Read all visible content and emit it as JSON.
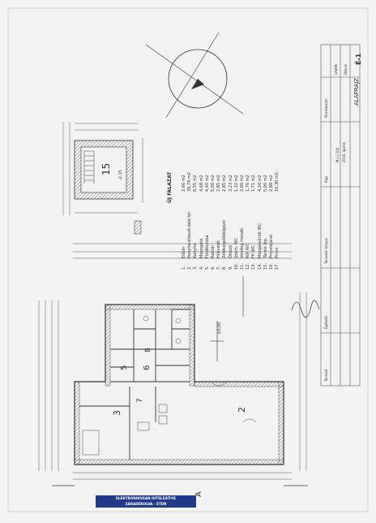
{
  "drawing": {
    "title": "ALAPRAJZ",
    "sheet_no": "É-1",
    "section_label": "A",
    "legend_title": "ÚJ FALAZAT",
    "stamp_line1": "ELEKTRONIKUSAN HITELESÍTVE",
    "stamp_line2": "ZÁRADÉKOLVA - ÉTDR",
    "scale": "M=1:100",
    "date": "2016. április",
    "title_block_labels": [
      "Tervező",
      "Építtető",
      "Tervezés tárgya",
      "Rajz",
      "Munkaszám",
      "Dátum",
      "Lépték"
    ]
  },
  "rooms": [
    {
      "no": "1.",
      "name": "Előtér",
      "area": "2,66 m2"
    },
    {
      "no": "2.",
      "name": "Konyha-étkező-lakó tér",
      "area": "39,79 m2"
    },
    {
      "no": "3.",
      "name": "Konyha",
      "area": "6,55 m2"
    },
    {
      "no": "4.",
      "name": "Mosogató",
      "area": "4,68 m2"
    },
    {
      "no": "5.",
      "name": "Fürdőszoba",
      "area": "4,40 m2"
    },
    {
      "no": "6.",
      "name": "Raktár",
      "area": "5,00 m2"
    },
    {
      "no": "7.",
      "name": "Hűsvédő",
      "area": "2,85 m2"
    },
    {
      "no": "8.",
      "name": "Zöldségelődolgozó",
      "area": "2,85 m2"
    },
    {
      "no": "9.",
      "name": "Öltöző",
      "area": "3,23 m2"
    },
    {
      "no": "10.",
      "name": "Szem. WC",
      "area": "1,32 m2"
    },
    {
      "no": "11.",
      "name": "Vendég mosdó",
      "area": "2,66 m2"
    },
    {
      "no": "12.",
      "name": "Női WC",
      "area": "1,76 m2"
    },
    {
      "no": "13.",
      "name": "Ffi WC",
      "area": "1,71 m2"
    },
    {
      "no": "14.",
      "name": "Mozgássérült WC",
      "area": "4,20 m2"
    },
    {
      "no": "15.",
      "name": "Tároló lép.",
      "area": "5,00 m2"
    },
    {
      "no": "16.",
      "name": "Pincelejárat",
      "area": "2,88 m2"
    },
    {
      "no": "17.",
      "name": "Pince",
      "area": "10,30 m2"
    }
  ],
  "plan_labels": {
    "room2": "2",
    "room3": "3",
    "room5": "5",
    "room6": "6",
    "room7": "7",
    "room8": "8",
    "room15": "15",
    "level_main": "±0,00",
    "level_cellar": "-2,15"
  },
  "colors": {
    "paper": "#f2f2f0",
    "ink": "#333333",
    "hatch": "#555555",
    "stamp": "#1f3a8a"
  }
}
